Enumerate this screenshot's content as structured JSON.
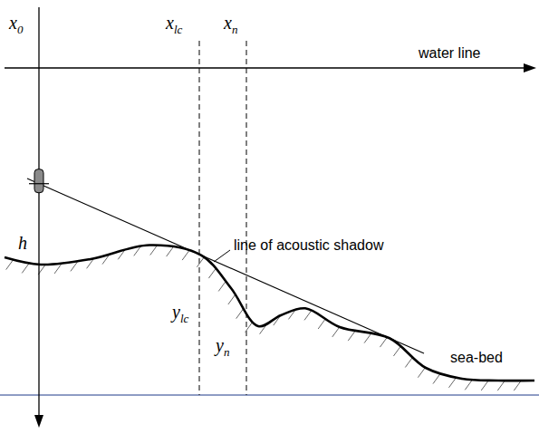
{
  "diagram": {
    "labels": [
      "x0",
      "xlc",
      "xn",
      "water line",
      "h",
      "ylc",
      "yn",
      "line of acoustic shadow",
      "sea-bed"
    ]
  }
}
